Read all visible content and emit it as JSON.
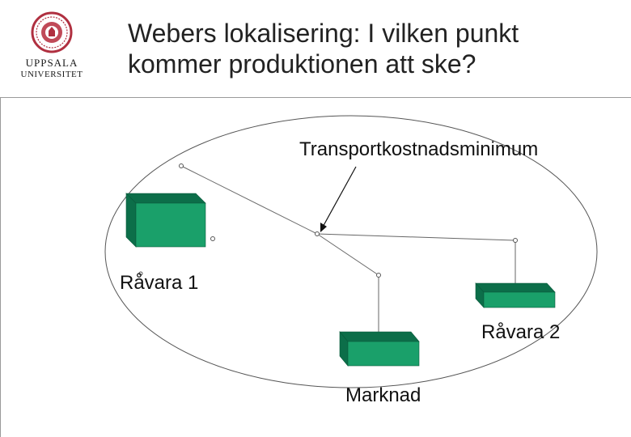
{
  "logo": {
    "line1": "UPPSALA",
    "line2": "UNIVERSITET"
  },
  "title": {
    "line1": "Webers lokalisering: I vilken punkt",
    "line2": "kommer produktionen att ske?"
  },
  "diagram": {
    "label_minimum": "Transportkostnadsminimum",
    "label_ravara1": "Råvara 1",
    "label_ravara2": "Råvara 2",
    "label_marknad": "Marknad",
    "box_color": "#1aa06a",
    "box_top_color": "#0c6e49"
  }
}
